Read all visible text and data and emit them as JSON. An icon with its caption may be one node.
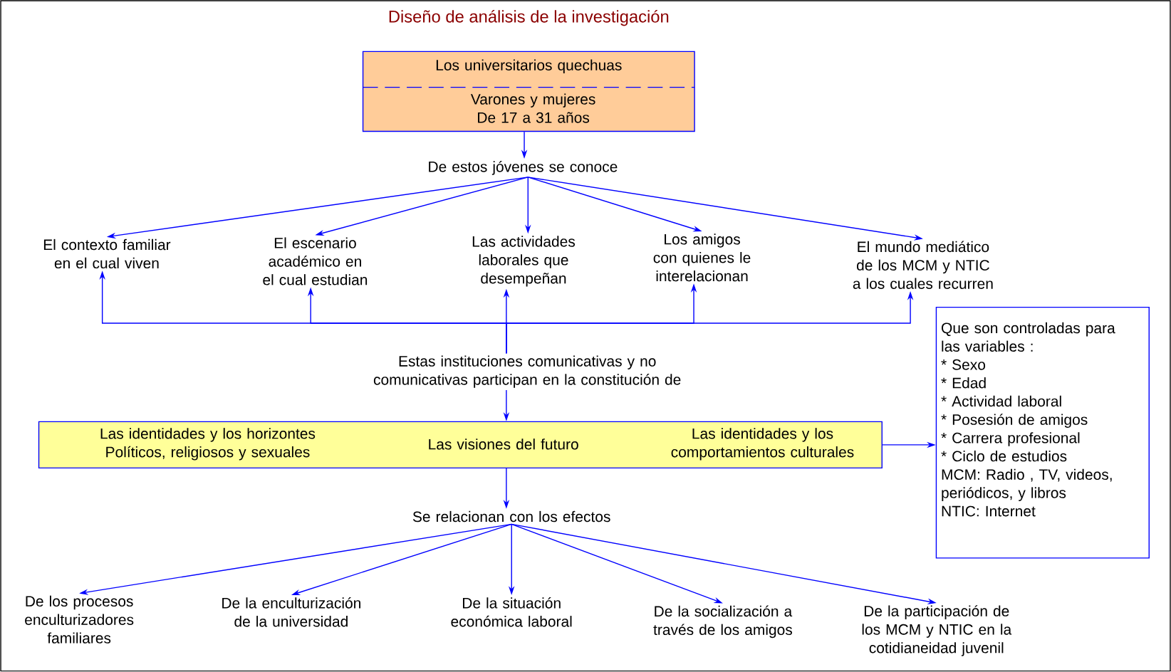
{
  "diagram": {
    "title": "Diseño de análisis de la investigación",
    "nodes": [
      {
        "text": [
          "Los universitarios quechuas",
          "Varones y mujeres De 17 a 31 años"
        ]
      },
      {
        "text": [
          "De estos jóvenes se conoce"
        ]
      },
      {
        "text": [
          "El contexto familiar en el cual viven"
        ]
      },
      {
        "text": [
          "El escenario académico en el cual estudian"
        ]
      },
      {
        "text": [
          "Las actividades laborales que desempeñan"
        ]
      },
      {
        "text": [
          "Los amigos con quienes le interelacionan"
        ]
      },
      {
        "text": [
          "El mundo mediático de los MCM y NTIC a los cuales recurren"
        ]
      },
      {
        "text": [
          "Estas instituciones comunicativas y no comunicativas participan en la constitución de"
        ]
      },
      {
        "text": [
          "Las identidades y los horizontes Políticos, religiosos y sexuales",
          "Las visiones del futuro",
          "Las identidades y los comportamientos culturales"
        ]
      },
      {
        "text": [
          "Se relacionan con los efectos"
        ]
      },
      {
        "text": [
          "De los procesos enculturizadores familiares"
        ]
      },
      {
        "text": [
          "De la enculturización de la universidad"
        ]
      },
      {
        "text": [
          "De la situación económica laboral"
        ]
      },
      {
        "text": [
          "De la socialización a través de los amigos"
        ]
      },
      {
        "text": [
          "De la participación de los MCM y NTIC en la cotidianeidad juvenil"
        ]
      },
      {
        "text": [
          "Que son controladas para las variables :",
          "* Sexo",
          "* Edad",
          "* Actividad laboral",
          "* Posesión de amigos",
          "* Carrera profesional",
          "* Ciclo de estudios",
          "MCM: Radio , TV, videos, periódicos, y libros",
          "NTIC: Internet"
        ]
      }
    ],
    "edges": [
      {
        "from": 0,
        "to": 1,
        "arrow": "to"
      },
      {
        "from": 1,
        "to": 2,
        "arrow": "to"
      },
      {
        "from": 1,
        "to": 3,
        "arrow": "to"
      },
      {
        "from": 1,
        "to": 4,
        "arrow": "to"
      },
      {
        "from": 1,
        "to": 5,
        "arrow": "to"
      },
      {
        "from": 1,
        "to": 6,
        "arrow": "to"
      },
      {
        "from": 7,
        "to": 2,
        "arrow": "to"
      },
      {
        "from": 7,
        "to": 3,
        "arrow": "to"
      },
      {
        "from": 7,
        "to": 4,
        "arrow": "to"
      },
      {
        "from": 7,
        "to": 5,
        "arrow": "to"
      },
      {
        "from": 7,
        "to": 6,
        "arrow": "to"
      },
      {
        "from": 7,
        "to": 8,
        "arrow": "to"
      },
      {
        "from": 8,
        "to": 15,
        "arrow": "to"
      },
      {
        "from": 8,
        "to": 9,
        "arrow": "to"
      },
      {
        "from": 9,
        "to": 10,
        "arrow": "to"
      },
      {
        "from": 9,
        "to": 11,
        "arrow": "to"
      },
      {
        "from": 9,
        "to": 12,
        "arrow": "to"
      },
      {
        "from": 9,
        "to": 13,
        "arrow": "to"
      },
      {
        "from": 9,
        "to": 14,
        "arrow": "to"
      }
    ]
  }
}
